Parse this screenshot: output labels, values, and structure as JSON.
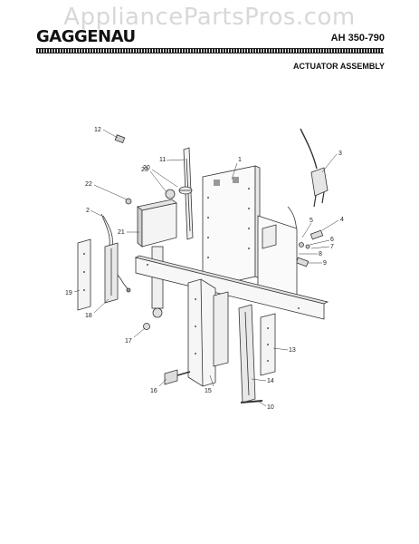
{
  "watermark": "AppliancePartsPros.com",
  "brand": "GAGGENAU",
  "model": "AH 350-790",
  "subtitle": "ACTUATOR ASSEMBLY",
  "callouts": [
    "1",
    "2",
    "3",
    "4",
    "5",
    "6",
    "7",
    "8",
    "9",
    "10",
    "11",
    "12",
    "13",
    "14",
    "15",
    "16",
    "17",
    "18",
    "19",
    "20",
    "21",
    "22",
    "23"
  ]
}
